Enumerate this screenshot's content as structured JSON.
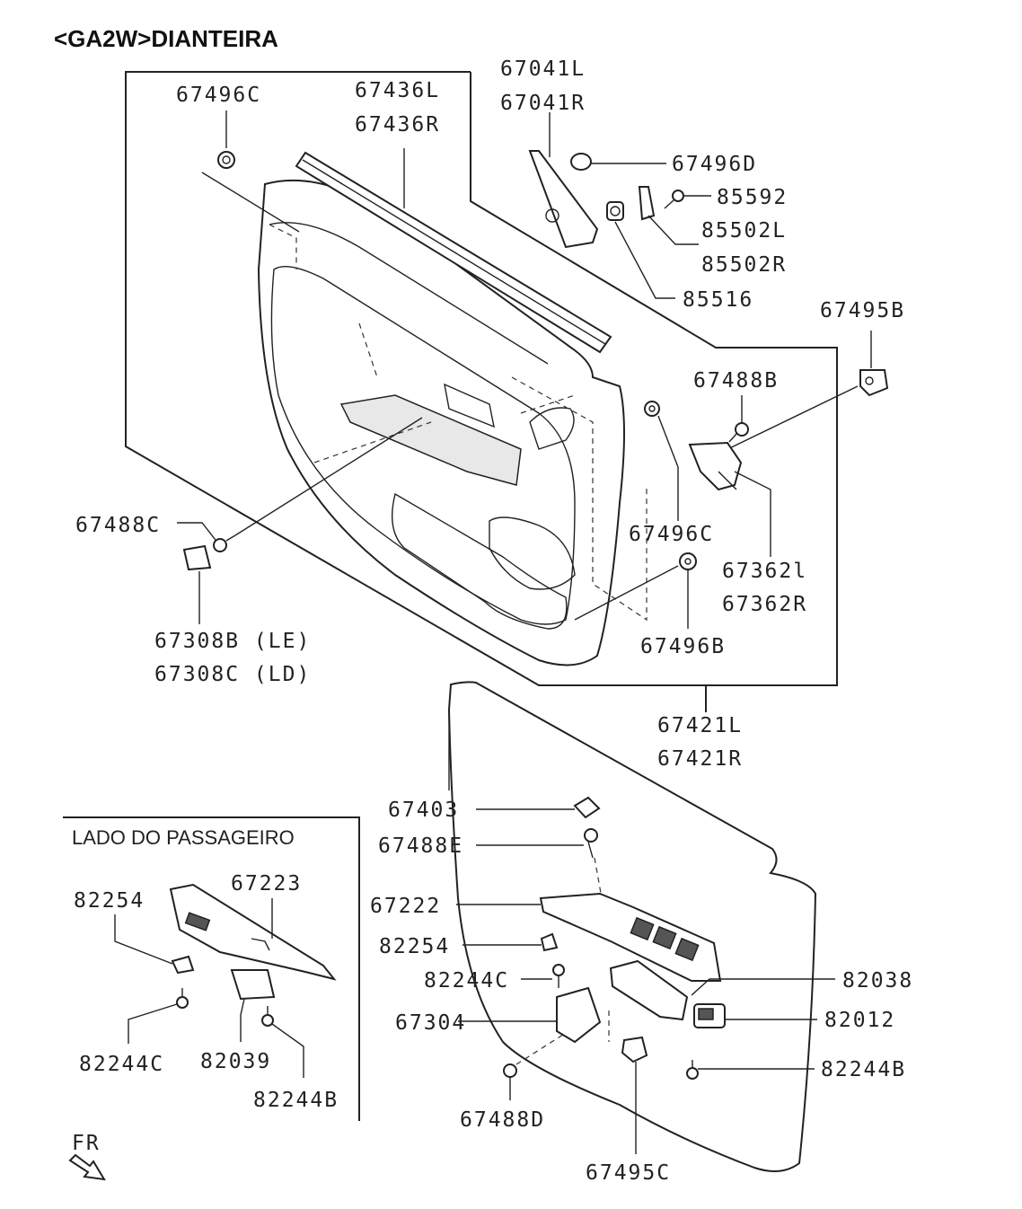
{
  "title": "<GA2W>DIANTEIRA",
  "inset_title": "LADO DO PASSAGEIRO",
  "direction_label": "FR",
  "labels": {
    "p67496c_top": "67496C",
    "p67436l": "67436L",
    "p67436r": "67436R",
    "p67041l": "67041L",
    "p67041r": "67041R",
    "p67496d": "67496D",
    "p85592": "85592",
    "p85502l": "85502L",
    "p85502r": "85502R",
    "p85516": "85516",
    "p67495b": "67495B",
    "p67488b": "67488B",
    "p67488c": "67488C",
    "p67496c_mid": "67496C",
    "p67362l": "67362l",
    "p67362r": "67362R",
    "p67308b": "67308B (LE)",
    "p67308c": "67308C (LD)",
    "p67496b": "67496B",
    "p67421l": "67421L",
    "p67421r": "67421R",
    "p67403": "67403",
    "p67488e": "67488E",
    "p67222": "67222",
    "p82254_main": "82254",
    "p82244c_main": "82244C",
    "p67304": "67304",
    "p67488d": "67488D",
    "p67495c": "67495C",
    "p82038": "82038",
    "p82012": "82012",
    "p82244b_main": "82244B",
    "p82254_inset": "82254",
    "p67223": "67223",
    "p82244c_inset": "82244C",
    "p82039": "82039",
    "p82244b_inset": "82244B"
  }
}
